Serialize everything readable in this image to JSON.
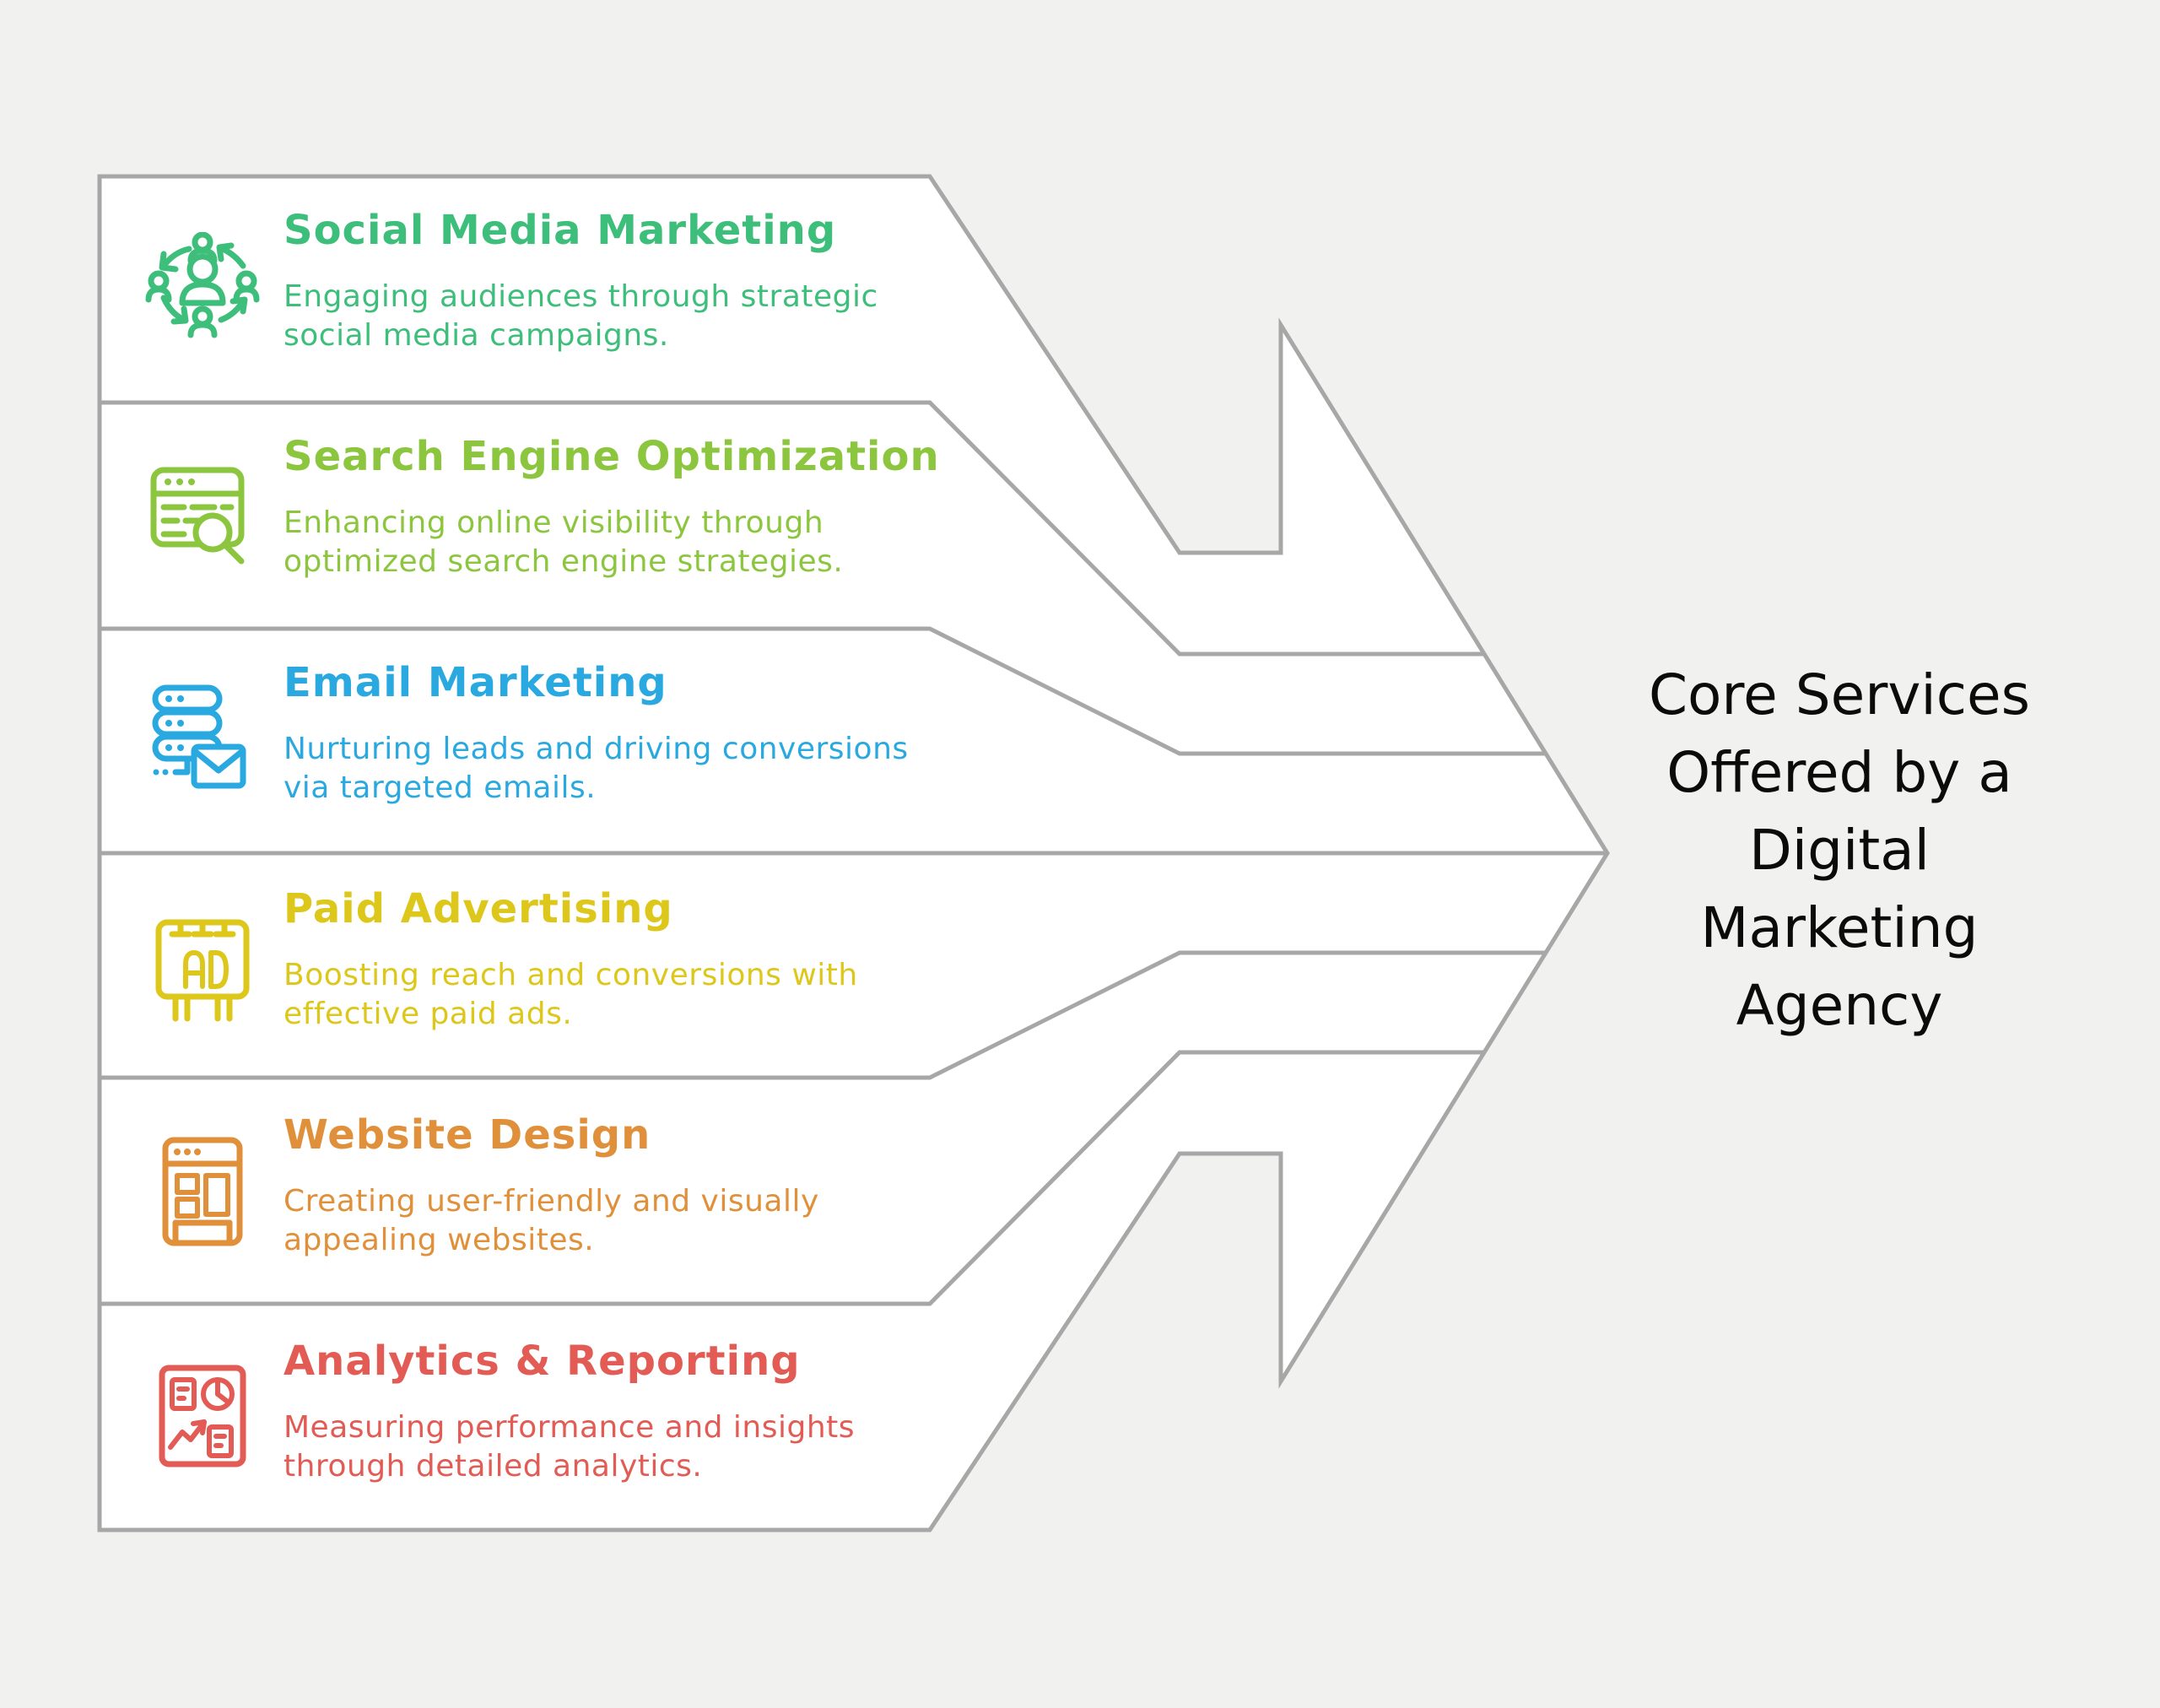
{
  "page": {
    "background_color": "#F1F1EF",
    "title_color": "#0B0B0B"
  },
  "figure": {
    "outline_color": "#A7A7A7",
    "fill_color": "#FFFFFF",
    "shape": "six bands merging into right-pointing arrow"
  },
  "title": {
    "lines": [
      "Core Services",
      "Offered by a",
      "Digital",
      "Marketing",
      "Agency"
    ]
  },
  "services": [
    {
      "name": "Social Media Marketing",
      "desc_lines": [
        "Engaging audiences through strategic",
        "social media campaigns."
      ],
      "color": "#3EBE7B",
      "icon": "social-network-icon"
    },
    {
      "name": "Search Engine Optimization",
      "desc_lines": [
        "Enhancing online visibility through",
        "optimized search engine strategies."
      ],
      "color": "#8CC63F",
      "icon": "seo-search-icon"
    },
    {
      "name": "Email Marketing",
      "desc_lines": [
        "Nurturing leads and driving conversions",
        "via targeted emails."
      ],
      "color": "#2AA9E0",
      "icon": "email-server-icon"
    },
    {
      "name": "Paid Advertising",
      "desc_lines": [
        "Boosting reach and conversions with",
        "effective paid ads."
      ],
      "color": "#DDC71B",
      "icon": "billboard-ad-icon"
    },
    {
      "name": "Website Design",
      "desc_lines": [
        "Creating user-friendly and visually",
        "appealing websites."
      ],
      "color": "#E0903A",
      "icon": "website-layout-icon"
    },
    {
      "name": "Analytics & Reporting",
      "desc_lines": [
        "Measuring performance and insights",
        "through detailed analytics."
      ],
      "color": "#E25B54",
      "icon": "analytics-report-icon"
    }
  ]
}
